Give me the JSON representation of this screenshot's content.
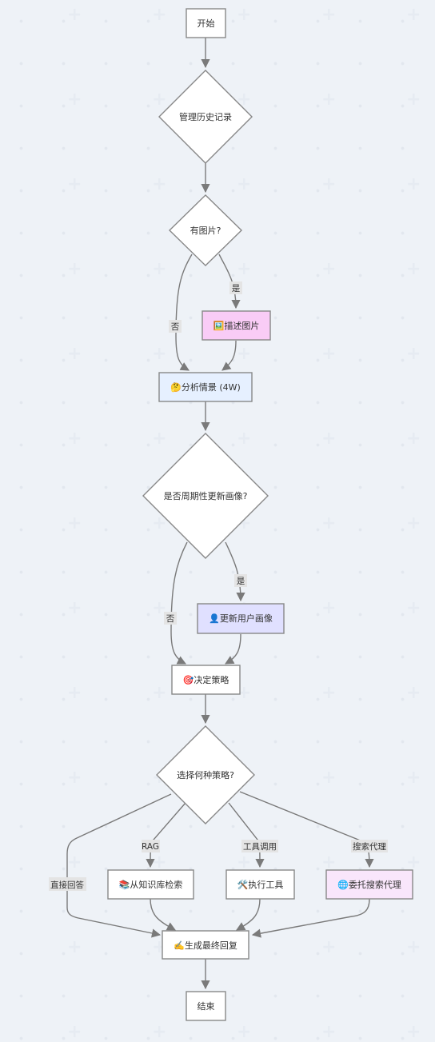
{
  "nodes": {
    "start": "开始",
    "history": "管理历史记录",
    "has_image": "有图片?",
    "describe": "🖼️描述图片",
    "analyze": "🤔分析情景 (4W)",
    "periodic": "是否周期性更新画像?",
    "update_profile": "👤更新用户画像",
    "decide": "🎯决定策略",
    "which": "选择何种策略?",
    "kb": "📚从知识库检索",
    "tool": "🛠️执行工具",
    "search": "🌐委托搜索代理",
    "generate": "✍️生成最终回复",
    "end": "结束"
  },
  "edges": {
    "yes1": "是",
    "no1": "否",
    "yes2": "是",
    "no2": "否",
    "direct": "直接回答",
    "rag": "RAG",
    "tool_call": "工具调用",
    "search_agent": "搜索代理"
  },
  "colors": {
    "describe_fill": "#f9ccf6",
    "analyze_fill": "#e6f0ff",
    "update_fill": "#e0e0ff",
    "search_fill": "#f9e6fb",
    "stroke": "#888888"
  }
}
